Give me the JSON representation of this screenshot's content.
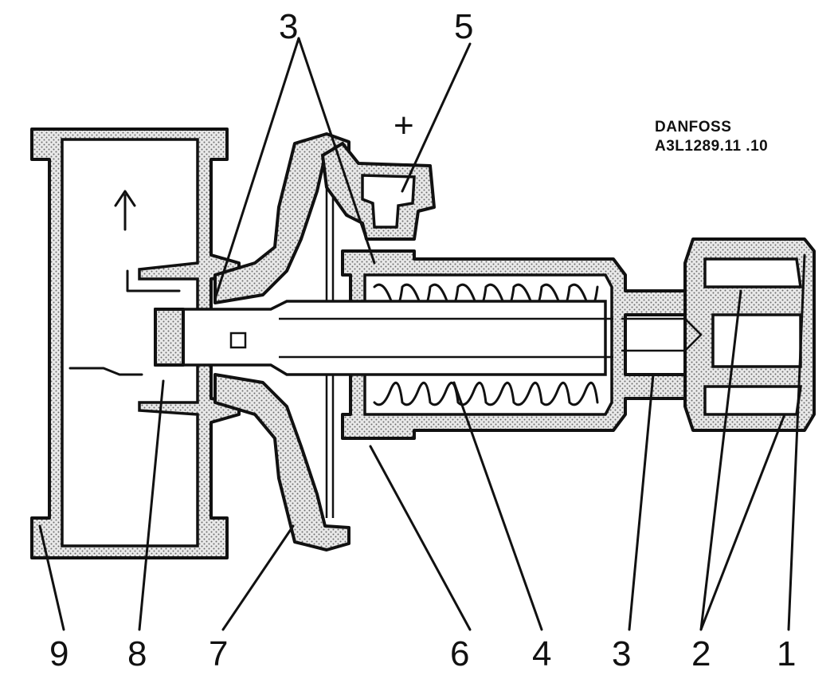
{
  "document": {
    "manufacturer": "DANFOSS",
    "drawing_code": "A3L1289.11 .10",
    "plus_sign": "+",
    "flow_arrow": "up-arrow-icon"
  },
  "callouts": [
    {
      "id": "callout-1",
      "number": "1"
    },
    {
      "id": "callout-2",
      "number": "2"
    },
    {
      "id": "callout-3-right",
      "number": "3"
    },
    {
      "id": "callout-4",
      "number": "4"
    },
    {
      "id": "callout-5",
      "number": "5"
    },
    {
      "id": "callout-6",
      "number": "6"
    },
    {
      "id": "callout-7",
      "number": "7"
    },
    {
      "id": "callout-8",
      "number": "8"
    },
    {
      "id": "callout-9",
      "number": "9"
    },
    {
      "id": "callout-3-top",
      "number": "3"
    }
  ],
  "colors": {
    "ink": "#111111",
    "paper": "#ffffff",
    "hatch": "#8a8a8a"
  }
}
